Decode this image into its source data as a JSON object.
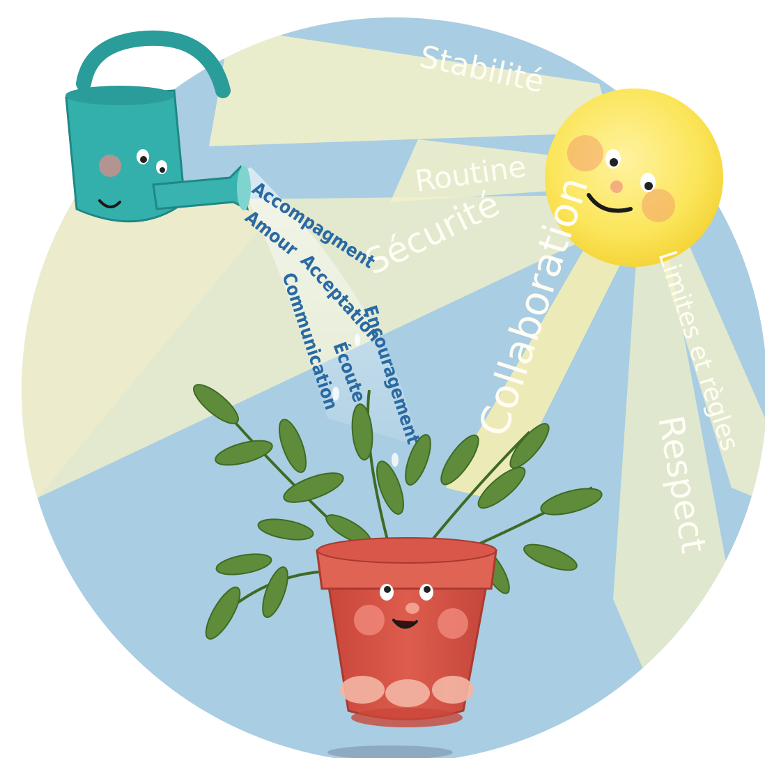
{
  "sun_rays": {
    "stabilite": "Stabilité",
    "routine": "Routine",
    "securite": "Sécurité",
    "collaboration": "Collaboration",
    "limites": "Limites et règles",
    "respect": "Respect"
  },
  "water_words": {
    "accompagnement": "Accompagment",
    "amour": "Amour",
    "acceptation": "Acceptation",
    "communication": "Communication",
    "ecoute": "Écoute",
    "encouragement": "Encouragement"
  },
  "colors": {
    "background_circle": "#a9cde2",
    "sun": "#fbe55a",
    "watering_can": "#2fa7a4",
    "pot": "#d9574a",
    "leaves": "#5e8c3a",
    "ray_light": "#f6f2c8",
    "word_blue": "#2a6aa3"
  }
}
